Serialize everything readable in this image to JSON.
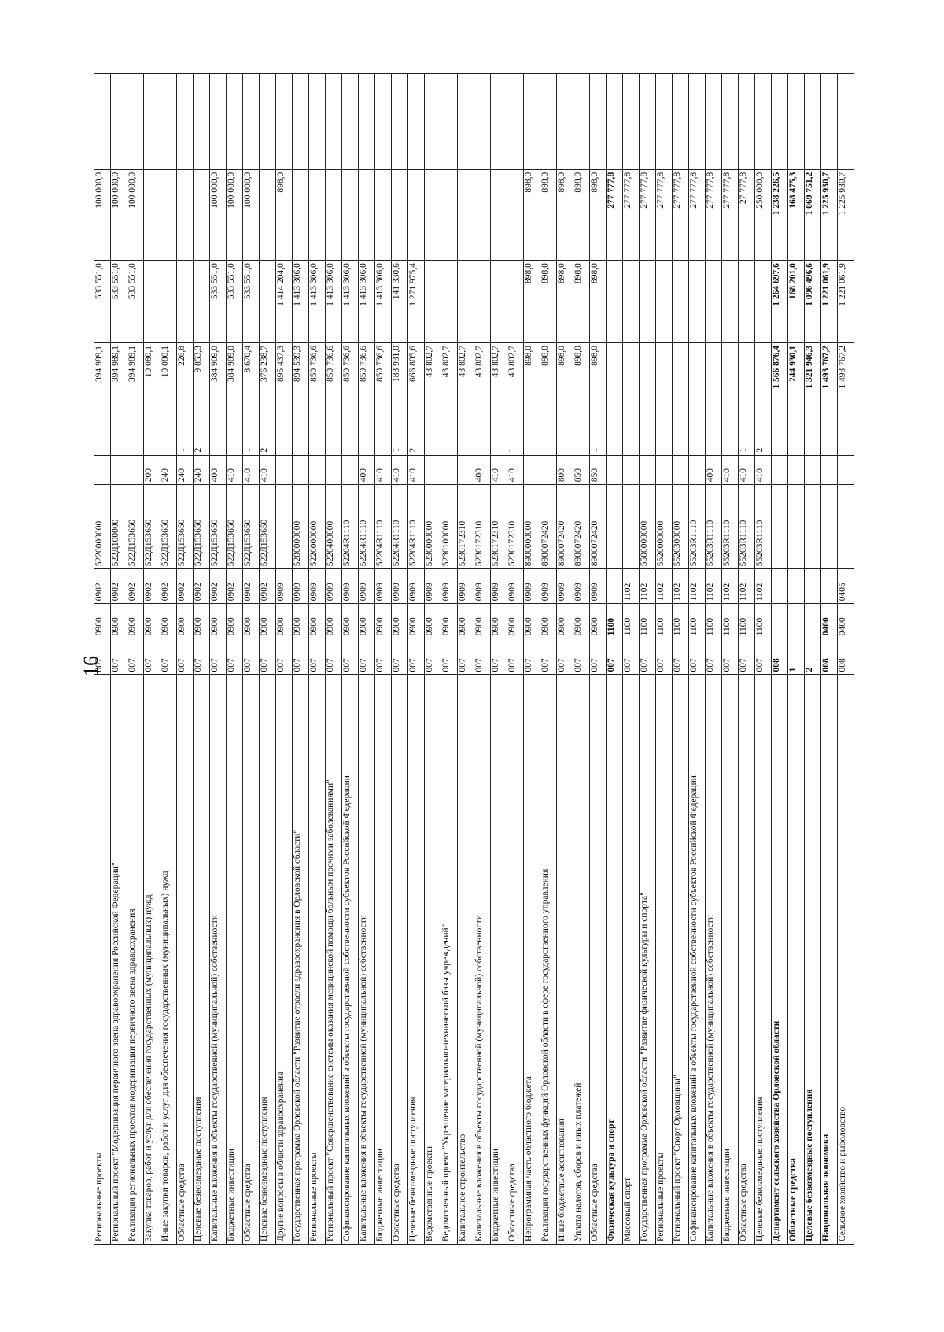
{
  "page_number": "16",
  "rows": [
    {
      "name": "Региональные проекты",
      "adm": "007",
      "sec": "0900",
      "sub": "0902",
      "csr": "5220000000",
      "vr": "",
      "src": "",
      "v1": "394 989,1",
      "v2": "533 551,0",
      "v3": "100 000,0",
      "v4": "",
      "bold": false
    },
    {
      "name": "Региональный проект \"Модернизация первичного звена здравоохранения Российской Федерации\"",
      "adm": "007",
      "sec": "0900",
      "sub": "0902",
      "csr": "522Д100000",
      "vr": "",
      "src": "",
      "v1": "394 989,1",
      "v2": "533 551,0",
      "v3": "100 000,0",
      "v4": "",
      "bold": false
    },
    {
      "name": "Реализация региональных проектов модернизации первичного звена здравоохранения",
      "adm": "007",
      "sec": "0900",
      "sub": "0902",
      "csr": "522Д153650",
      "vr": "",
      "src": "",
      "v1": "394 989,1",
      "v2": "533 551,0",
      "v3": "100 000,0",
      "v4": "",
      "bold": false
    },
    {
      "name": "Закупка товаров, работ и услуг для обеспечения государственных (муниципальных) нужд",
      "adm": "007",
      "sec": "0900",
      "sub": "0902",
      "csr": "522Д153650",
      "vr": "200",
      "src": "",
      "v1": "10 080,1",
      "v2": "",
      "v3": "",
      "v4": "",
      "bold": false
    },
    {
      "name": "Иные закупки товаров, работ и услуг для обеспечения государственных (муниципальных) нужд",
      "adm": "007",
      "sec": "0900",
      "sub": "0902",
      "csr": "522Д153650",
      "vr": "240",
      "src": "",
      "v1": "10 080,1",
      "v2": "",
      "v3": "",
      "v4": "",
      "bold": false
    },
    {
      "name": "Областные средства",
      "adm": "007",
      "sec": "0900",
      "sub": "0902",
      "csr": "522Д153650",
      "vr": "240",
      "src": "1",
      "v1": "226,8",
      "v2": "",
      "v3": "",
      "v4": "",
      "bold": false
    },
    {
      "name": "Целевые безвозмездные поступления",
      "adm": "007",
      "sec": "0900",
      "sub": "0902",
      "csr": "522Д153650",
      "vr": "240",
      "src": "2",
      "v1": "9 853,3",
      "v2": "",
      "v3": "",
      "v4": "",
      "bold": false
    },
    {
      "name": "Капитальные вложения в объекты государственной (муниципальной) собственности",
      "adm": "007",
      "sec": "0900",
      "sub": "0902",
      "csr": "522Д153650",
      "vr": "400",
      "src": "",
      "v1": "384 909,0",
      "v2": "533 551,0",
      "v3": "100 000,0",
      "v4": "",
      "bold": false
    },
    {
      "name": "Бюджетные инвестиции",
      "adm": "007",
      "sec": "0900",
      "sub": "0902",
      "csr": "522Д153650",
      "vr": "410",
      "src": "",
      "v1": "384 909,0",
      "v2": "533 551,0",
      "v3": "100 000,0",
      "v4": "",
      "bold": false
    },
    {
      "name": "Областные средства",
      "adm": "007",
      "sec": "0900",
      "sub": "0902",
      "csr": "522Д153650",
      "vr": "410",
      "src": "1",
      "v1": "8 670,4",
      "v2": "533 551,0",
      "v3": "100 000,0",
      "v4": "",
      "bold": false
    },
    {
      "name": "Целевые безвозмездные поступления",
      "adm": "007",
      "sec": "0900",
      "sub": "0902",
      "csr": "522Д153650",
      "vr": "410",
      "src": "2",
      "v1": "376 238,7",
      "v2": "",
      "v3": "",
      "v4": "",
      "bold": false
    },
    {
      "name": "Другие вопросы в области здравоохранения",
      "adm": "007",
      "sec": "0900",
      "sub": "0909",
      "csr": "",
      "vr": "",
      "src": "",
      "v1": "895 437,3",
      "v2": "1 414 204,0",
      "v3": "898,0",
      "v4": "",
      "bold": false
    },
    {
      "name": "Государственная программа Орловской области \"Развитие отрасли здравоохранения в Орловской области\"",
      "adm": "007",
      "sec": "0900",
      "sub": "0909",
      "csr": "5200000000",
      "vr": "",
      "src": "",
      "v1": "894 539,3",
      "v2": "1 413 306,0",
      "v3": "",
      "v4": "",
      "bold": false
    },
    {
      "name": "Региональные проекты",
      "adm": "007",
      "sec": "0900",
      "sub": "0909",
      "csr": "5220000000",
      "vr": "",
      "src": "",
      "v1": "850 736,6",
      "v2": "1 413 306,0",
      "v3": "",
      "v4": "",
      "bold": false
    },
    {
      "name": "Региональный проект \"Совершенствование системы оказания медицинской помощи больным прочими заболеваниями\"",
      "adm": "007",
      "sec": "0900",
      "sub": "0909",
      "csr": "5220400000",
      "vr": "",
      "src": "",
      "v1": "850 736,6",
      "v2": "1 413 306,0",
      "v3": "",
      "v4": "",
      "bold": false,
      "tall": true
    },
    {
      "name": "Софинансирование капитальных вложений в объекты государственной собственности субъектов Российской Федерации",
      "adm": "007",
      "sec": "0900",
      "sub": "0909",
      "csr": "52204R1110",
      "vr": "",
      "src": "",
      "v1": "850 736,6",
      "v2": "1 413 306,0",
      "v3": "",
      "v4": "",
      "bold": false,
      "tall": true
    },
    {
      "name": "Капитальные вложения в объекты государственной (муниципальной) собственности",
      "adm": "007",
      "sec": "0900",
      "sub": "0909",
      "csr": "52204R1110",
      "vr": "400",
      "src": "",
      "v1": "850 736,6",
      "v2": "1 413 306,0",
      "v3": "",
      "v4": "",
      "bold": false
    },
    {
      "name": "Бюджетные инвестиции",
      "adm": "007",
      "sec": "0900",
      "sub": "0909",
      "csr": "52204R1110",
      "vr": "410",
      "src": "",
      "v1": "850 736,6",
      "v2": "1 413 306,0",
      "v3": "",
      "v4": "",
      "bold": false
    },
    {
      "name": "Областные средства",
      "adm": "007",
      "sec": "0900",
      "sub": "0909",
      "csr": "52204R1110",
      "vr": "410",
      "src": "1",
      "v1": "183 931,0",
      "v2": "141 330,6",
      "v3": "",
      "v4": "",
      "bold": false
    },
    {
      "name": "Целевые безвозмездные поступления",
      "adm": "007",
      "sec": "0900",
      "sub": "0909",
      "csr": "52204R1110",
      "vr": "410",
      "src": "2",
      "v1": "666 805,6",
      "v2": "1 271 975,4",
      "v3": "",
      "v4": "",
      "bold": false
    },
    {
      "name": "Ведомственные проекты",
      "adm": "007",
      "sec": "0900",
      "sub": "0909",
      "csr": "5230000000",
      "vr": "",
      "src": "",
      "v1": "43 802,7",
      "v2": "",
      "v3": "",
      "v4": "",
      "bold": false
    },
    {
      "name": "Ведомственный проект \"Укрепление материально-технической базы учреждений\"",
      "adm": "007",
      "sec": "0900",
      "sub": "0909",
      "csr": "5230100000",
      "vr": "",
      "src": "",
      "v1": "43 802,7",
      "v2": "",
      "v3": "",
      "v4": "",
      "bold": false
    },
    {
      "name": "Капитальное строительство",
      "adm": "007",
      "sec": "0900",
      "sub": "0909",
      "csr": "5230172310",
      "vr": "",
      "src": "",
      "v1": "43 802,7",
      "v2": "",
      "v3": "",
      "v4": "",
      "bold": false
    },
    {
      "name": "Капитальные вложения в объекты государственной (муниципальной) собственности",
      "adm": "007",
      "sec": "0900",
      "sub": "0909",
      "csr": "5230172310",
      "vr": "400",
      "src": "",
      "v1": "43 802,7",
      "v2": "",
      "v3": "",
      "v4": "",
      "bold": false
    },
    {
      "name": "Бюджетные инвестиции",
      "adm": "007",
      "sec": "0900",
      "sub": "0909",
      "csr": "5230172310",
      "vr": "410",
      "src": "",
      "v1": "43 802,7",
      "v2": "",
      "v3": "",
      "v4": "",
      "bold": false
    },
    {
      "name": "Областные средства",
      "adm": "007",
      "sec": "0900",
      "sub": "0909",
      "csr": "5230172310",
      "vr": "410",
      "src": "1",
      "v1": "43 802,7",
      "v2": "",
      "v3": "",
      "v4": "",
      "bold": false
    },
    {
      "name": "Непрограммная часть областного бюджета",
      "adm": "007",
      "sec": "0900",
      "sub": "0909",
      "csr": "8900000000",
      "vr": "",
      "src": "",
      "v1": "898,0",
      "v2": "898,0",
      "v3": "898,0",
      "v4": "",
      "bold": false
    },
    {
      "name": "Реализация государственных функций Орловской области в сфере государственного управления",
      "adm": "007",
      "sec": "0900",
      "sub": "0909",
      "csr": "8900072420",
      "vr": "",
      "src": "",
      "v1": "898,0",
      "v2": "898,0",
      "v3": "898,0",
      "v4": "",
      "bold": false
    },
    {
      "name": "Иные бюджетные ассигнования",
      "adm": "007",
      "sec": "0900",
      "sub": "0909",
      "csr": "8900072420",
      "vr": "800",
      "src": "",
      "v1": "898,0",
      "v2": "898,0",
      "v3": "898,0",
      "v4": "",
      "bold": false
    },
    {
      "name": "Уплата налогов, сборов и иных платежей",
      "adm": "007",
      "sec": "0900",
      "sub": "0909",
      "csr": "8900072420",
      "vr": "850",
      "src": "",
      "v1": "898,0",
      "v2": "898,0",
      "v3": "898,0",
      "v4": "",
      "bold": false
    },
    {
      "name": "Областные средства",
      "adm": "007",
      "sec": "0900",
      "sub": "0909",
      "csr": "8900072420",
      "vr": "850",
      "src": "1",
      "v1": "898,0",
      "v2": "898,0",
      "v3": "898,0",
      "v4": "",
      "bold": false
    },
    {
      "name": "Физическая культура и спорт",
      "adm": "007",
      "sec": "1100",
      "sub": "",
      "csr": "",
      "vr": "",
      "src": "",
      "v1": "",
      "v2": "",
      "v3": "277 777,8",
      "v4": "",
      "bold": true
    },
    {
      "name": "Массовый спорт",
      "adm": "007",
      "sec": "1100",
      "sub": "1102",
      "csr": "",
      "vr": "",
      "src": "",
      "v1": "",
      "v2": "",
      "v3": "277 777,8",
      "v4": "",
      "bold": false
    },
    {
      "name": "Государственная программа Орловской области \"Развитие физической культуры и спорта\"",
      "adm": "007",
      "sec": "1100",
      "sub": "1102",
      "csr": "5500000000",
      "vr": "",
      "src": "",
      "v1": "",
      "v2": "",
      "v3": "277 777,8",
      "v4": "",
      "bold": false
    },
    {
      "name": "Региональные проекты",
      "adm": "007",
      "sec": "1100",
      "sub": "1102",
      "csr": "5520000000",
      "vr": "",
      "src": "",
      "v1": "",
      "v2": "",
      "v3": "277 777,8",
      "v4": "",
      "bold": false
    },
    {
      "name": "Региональный проект \"Спорт Орловщины\"",
      "adm": "007",
      "sec": "1100",
      "sub": "1102",
      "csr": "5520300000",
      "vr": "",
      "src": "",
      "v1": "",
      "v2": "",
      "v3": "277 777,8",
      "v4": "",
      "bold": false
    },
    {
      "name": "Софинансирование капитальных вложений в объекты государственной собственности субъектов Российской Федерации",
      "adm": "007",
      "sec": "1100",
      "sub": "1102",
      "csr": "55203R1110",
      "vr": "",
      "src": "",
      "v1": "",
      "v2": "",
      "v3": "277 777,8",
      "v4": "",
      "bold": false,
      "tall": true
    },
    {
      "name": "Капитальные вложения в объекты государственной (муниципальной) собственности",
      "adm": "007",
      "sec": "1100",
      "sub": "1102",
      "csr": "55203R1110",
      "vr": "400",
      "src": "",
      "v1": "",
      "v2": "",
      "v3": "277 777,8",
      "v4": "",
      "bold": false
    },
    {
      "name": "Бюджетные инвестиции",
      "adm": "007",
      "sec": "1100",
      "sub": "1102",
      "csr": "55203R1110",
      "vr": "410",
      "src": "",
      "v1": "",
      "v2": "",
      "v3": "277 777,8",
      "v4": "",
      "bold": false
    },
    {
      "name": "Областные средства",
      "adm": "007",
      "sec": "1100",
      "sub": "1102",
      "csr": "55203R1110",
      "vr": "410",
      "src": "1",
      "v1": "",
      "v2": "",
      "v3": "27 777,8",
      "v4": "",
      "bold": false
    },
    {
      "name": "Целевые безвозмездные поступления",
      "adm": "007",
      "sec": "1100",
      "sub": "1102",
      "csr": "55203R1110",
      "vr": "410",
      "src": "2",
      "v1": "",
      "v2": "",
      "v3": "250 000,0",
      "v4": "",
      "bold": false
    },
    {
      "name": "Департамент сельского хозяйства Орловской области",
      "adm": "008",
      "sec": "",
      "sub": "",
      "csr": "",
      "vr": "",
      "src": "",
      "v1": "1 566 876,4",
      "v2": "1 264 697,6",
      "v3": "1 238 226,5",
      "v4": "",
      "bold": true
    },
    {
      "name": "Областные средства",
      "adm": "1",
      "sec": "",
      "sub": "",
      "csr": "",
      "vr": "",
      "src": "",
      "v1": "244 930,1",
      "v2": "168 201,0",
      "v3": "168 475,3",
      "v4": "",
      "bold": true
    },
    {
      "name": "Целевые безвозмездные поступления",
      "adm": "2",
      "sec": "",
      "sub": "",
      "csr": "",
      "vr": "",
      "src": "",
      "v1": "1 321 946,3",
      "v2": "1 096 496,6",
      "v3": "1 069 751,2",
      "v4": "",
      "bold": true
    },
    {
      "name": "Национальная экономика",
      "adm": "008",
      "sec": "0400",
      "sub": "",
      "csr": "",
      "vr": "",
      "src": "",
      "v1": "1 493 767,2",
      "v2": "1 221 061,9",
      "v3": "1 225 930,7",
      "v4": "",
      "bold": true
    },
    {
      "name": "Сельское хозяйство и рыболовство",
      "adm": "008",
      "sec": "0400",
      "sub": "0405",
      "csr": "",
      "vr": "",
      "src": "",
      "v1": "1 493 767,2",
      "v2": "1 221 061,9",
      "v3": "1 225 930,7",
      "v4": "",
      "bold": false
    }
  ]
}
